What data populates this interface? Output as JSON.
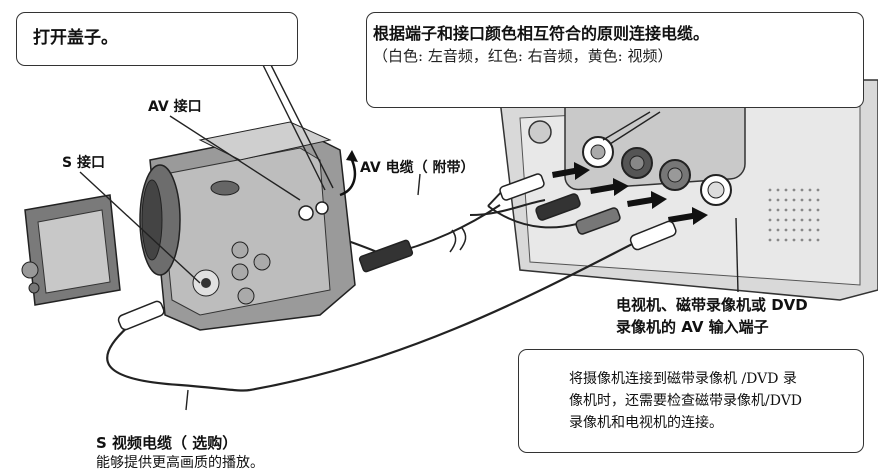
{
  "callouts": {
    "open_cover": "打开盖子。",
    "connect_rule_title": "根据端子和接口颜色相互符合的原则连接电缆。",
    "connect_rule_colors": "（白色: 左音频，红色: 右音频，黄色: 视频）",
    "vcr_note_line1": "将摄像机连接到磁带录像机 /DVD 录",
    "vcr_note_line2": "像机时，还需要检查磁带录像机/DVD",
    "vcr_note_line3": "录像机和电视机的连接。"
  },
  "labels": {
    "av_jack": "AV 接口",
    "s_jack": "S 接口",
    "av_cable": "AV 电缆（ 附带）",
    "tv_input_line1": "电视机、磁带录像机或 DVD",
    "tv_input_line2": "录像机的 AV 输入端子",
    "s_cable_title": "S 视频电缆（ 选购）",
    "s_cable_desc": "能够提供更高画质的播放。"
  },
  "colors": {
    "line": "#222222",
    "device_dark": "#5a5a5a",
    "device_mid": "#9a9a9a",
    "device_light": "#d8d8d8",
    "arrow": "#111111"
  },
  "icons": [
    "camcorder-illustration",
    "tv-input-panel-illustration",
    "av-cable-plugs",
    "s-video-plug",
    "connection-arrows"
  ]
}
